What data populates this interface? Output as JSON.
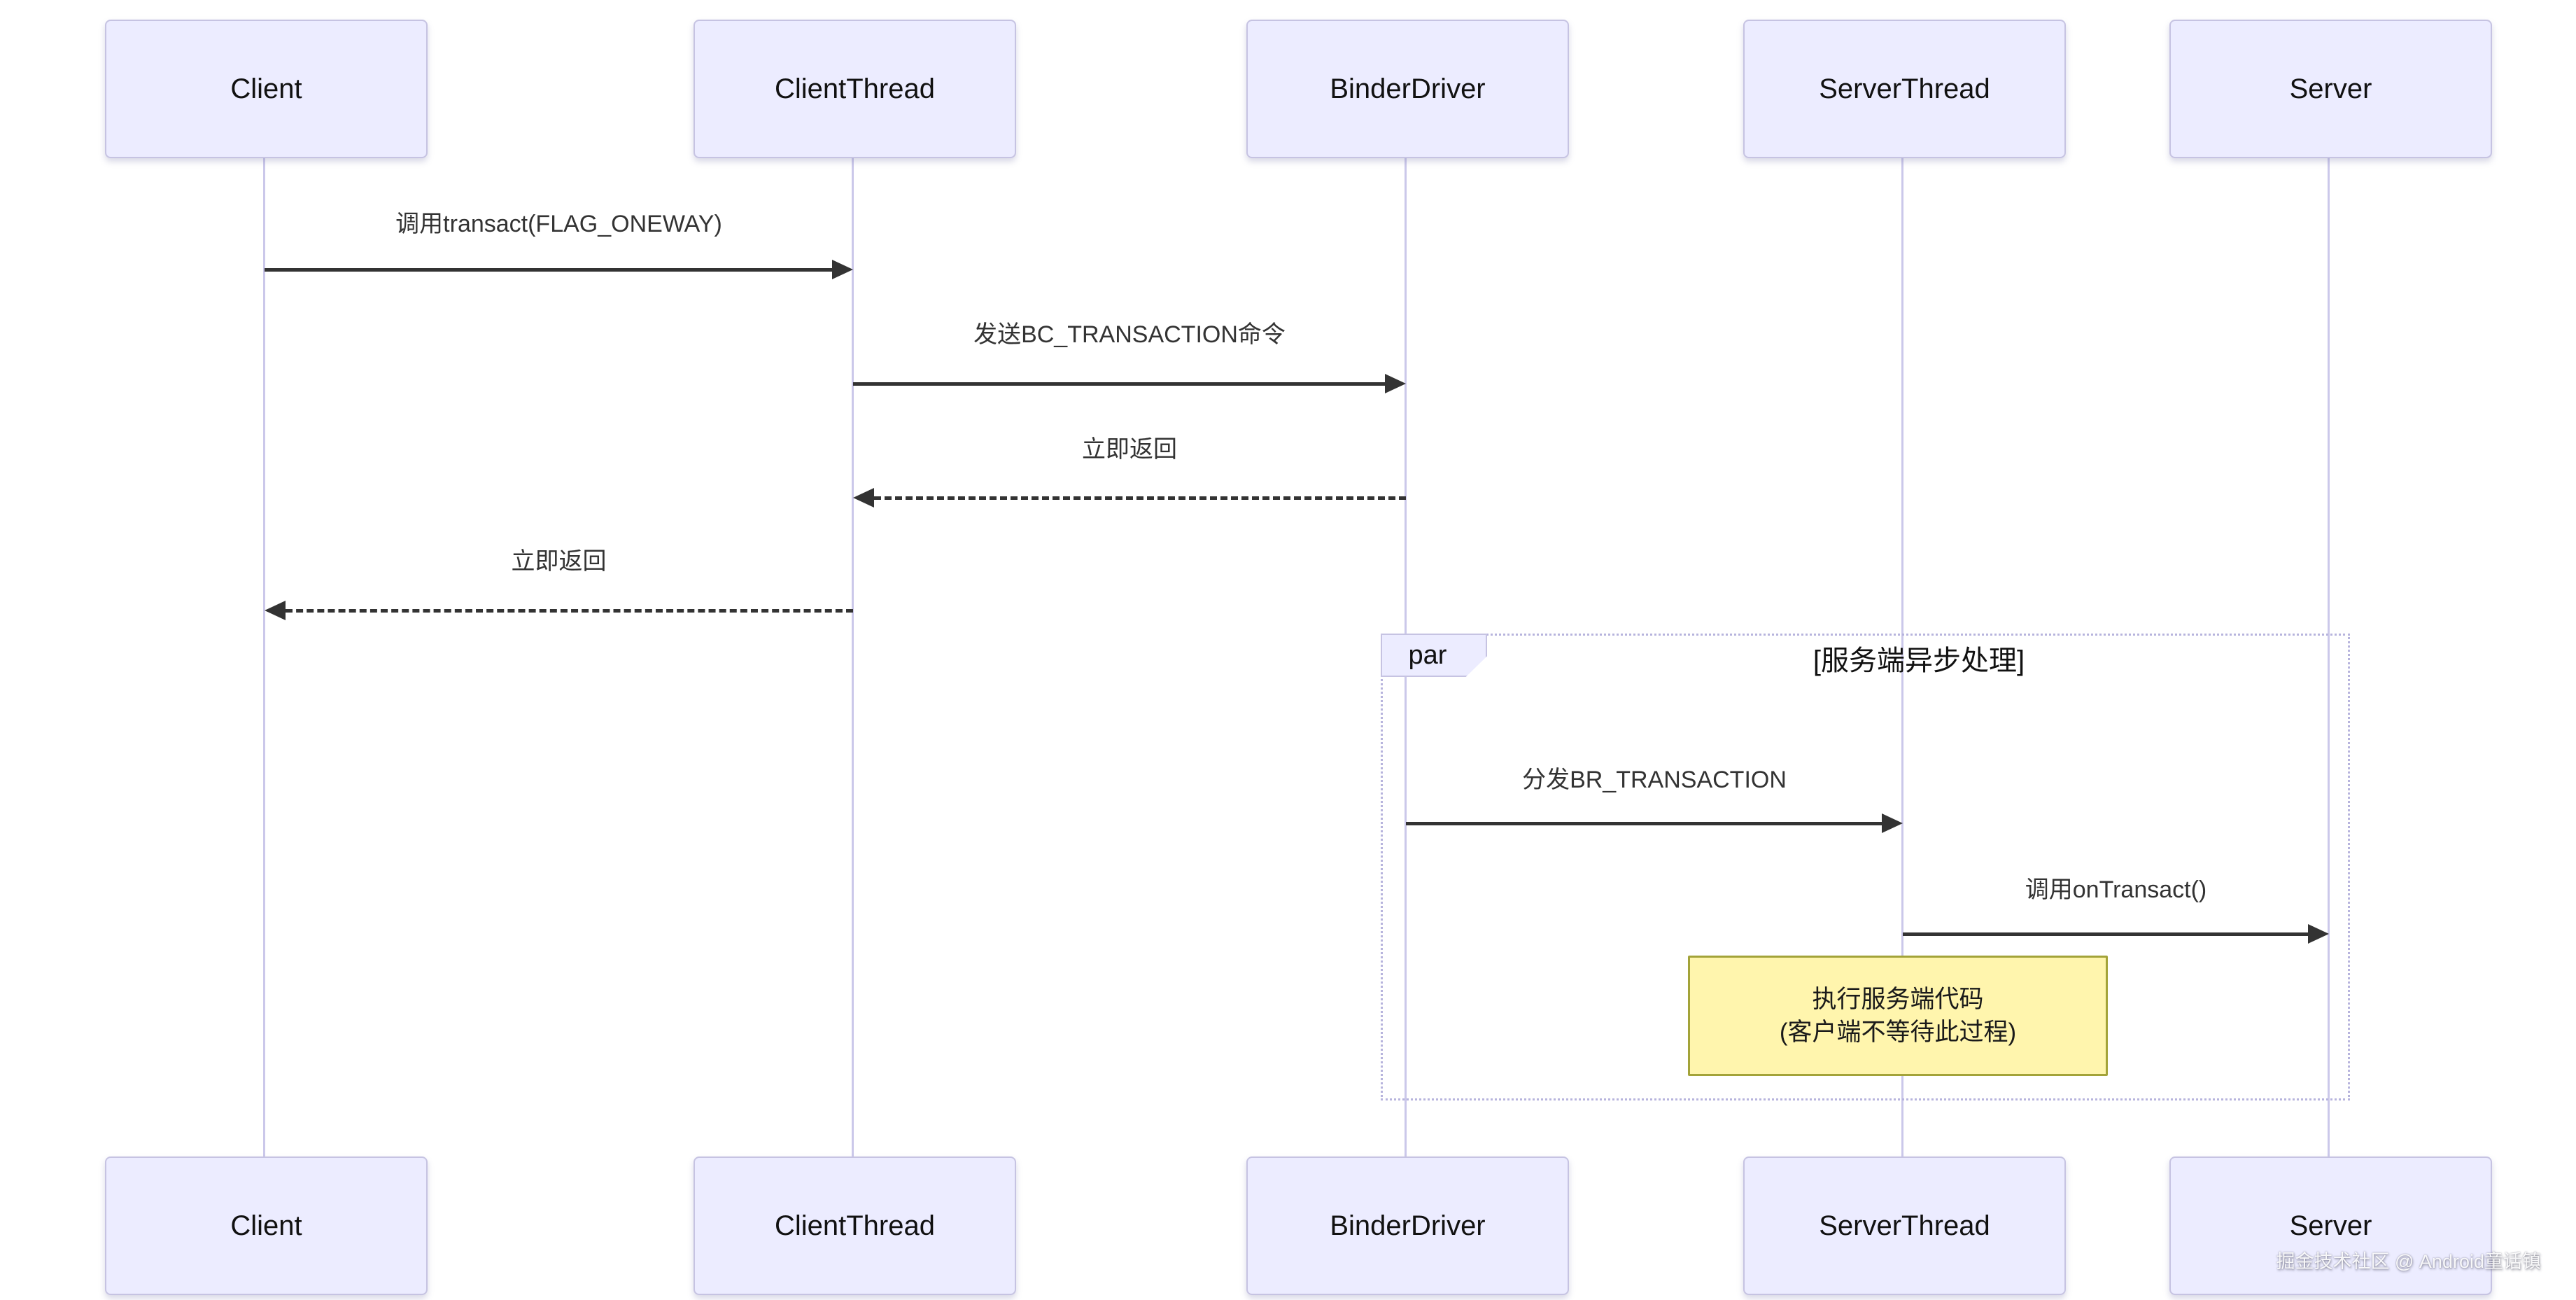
{
  "diagram": {
    "type": "sequence-diagram",
    "background": "#ffffff",
    "actors": [
      {
        "name": "Client"
      },
      {
        "name": "ClientThread"
      },
      {
        "name": "BinderDriver"
      },
      {
        "name": "ServerThread"
      },
      {
        "name": "Server"
      }
    ],
    "messages": [
      {
        "text": "调用transact(FLAG_ONEWAY)",
        "from": "Client",
        "to": "ClientThread",
        "line": "solid",
        "direction": "right"
      },
      {
        "text": "发送BC_TRANSACTION命令",
        "from": "ClientThread",
        "to": "BinderDriver",
        "line": "solid",
        "direction": "right"
      },
      {
        "text": "立即返回",
        "from": "BinderDriver",
        "to": "ClientThread",
        "line": "dashed",
        "direction": "left"
      },
      {
        "text": "立即返回",
        "from": "ClientThread",
        "to": "Client",
        "line": "dashed",
        "direction": "left"
      },
      {
        "text": "分发BR_TRANSACTION",
        "from": "BinderDriver",
        "to": "ServerThread",
        "line": "solid",
        "direction": "right"
      },
      {
        "text": "调用onTransact()",
        "from": "ServerThread",
        "to": "Server",
        "line": "solid",
        "direction": "right"
      }
    ],
    "par_block": {
      "label": "par",
      "condition": "[服务端异步处理]"
    },
    "note": {
      "line1": "执行服务端代码",
      "line2": "(客户端不等待此过程)"
    },
    "watermark": {
      "text": "掘金技术社区 @ Android童话镇"
    },
    "colors": {
      "actor_fill": "#ececff",
      "actor_border": "#c6c3e2",
      "lifeline": "#cbc8ea",
      "arrow": "#333333",
      "message_text": "#333333",
      "note_fill": "#fff5ad",
      "note_border": "#a3a339",
      "par_border": "#b7b4dd"
    }
  }
}
